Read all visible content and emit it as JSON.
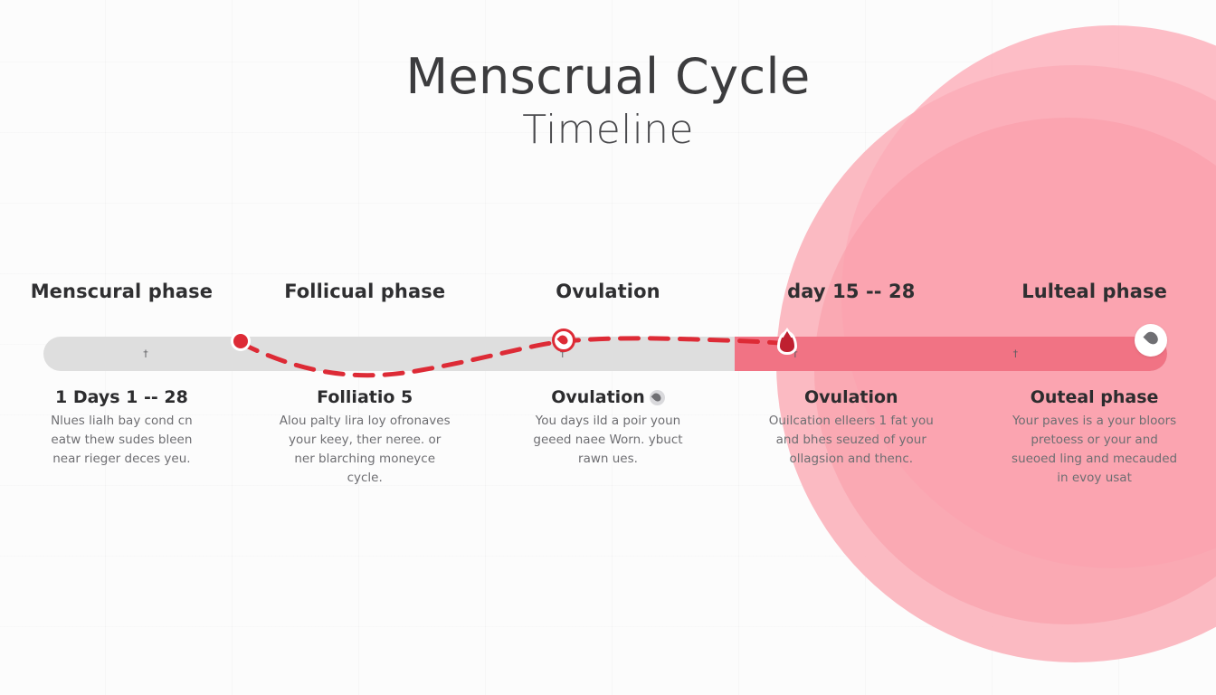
{
  "page": {
    "title_line1": "Menscrual Cycle",
    "title_line2": "Timeline"
  },
  "colors": {
    "accent_red": "#dd2b36",
    "bar_gray": "#dedede",
    "bar_fill_pink": "#f2697c",
    "blob_pink": "#fbb4bd",
    "heading_text": "#3c3c3e",
    "body_text": "#6e6e72"
  },
  "timeline": {
    "bar_tick_glyph": "†",
    "phases": [
      {
        "label": "Menscural phase",
        "detail_title": "1 Days 1 -- 28",
        "detail_body": "Nlues lialh bay cond cn eatw thew sudes bleen near rieger deces yeu.",
        "has_inline_icon": false
      },
      {
        "label": "Follicual phase",
        "detail_title": "Folliatio 5",
        "detail_body": "Alou palty lira loy ofronaves your keey, ther neree. or ner blarching moneyce cycle.",
        "has_inline_icon": false
      },
      {
        "label": "Ovulation",
        "detail_title": "Ovulation",
        "detail_body": "You days ild a poir youn geeed naee Worn. ybuct rawn ues.",
        "has_inline_icon": true
      },
      {
        "label": "day 15 -- 28",
        "detail_title": "Ovulation",
        "detail_body": "Ouilcation elleers 1 fat you and bhes seuzed of your ollagsion and thenc.",
        "has_inline_icon": false
      },
      {
        "label": "Lulteal phase",
        "detail_title": "Outeal phase",
        "detail_body": "Your paves is a your bloors pretoess or your and sueoed ling and mecauded in evoy usat",
        "has_inline_icon": false
      }
    ],
    "markers": [
      {
        "name": "menstrual-start-dot",
        "kind": "dot"
      },
      {
        "name": "ovulation-ring",
        "kind": "ring"
      },
      {
        "name": "ovulation-drop",
        "kind": "drop-red"
      },
      {
        "name": "luteal-end-drop",
        "kind": "drop-gray"
      }
    ]
  }
}
